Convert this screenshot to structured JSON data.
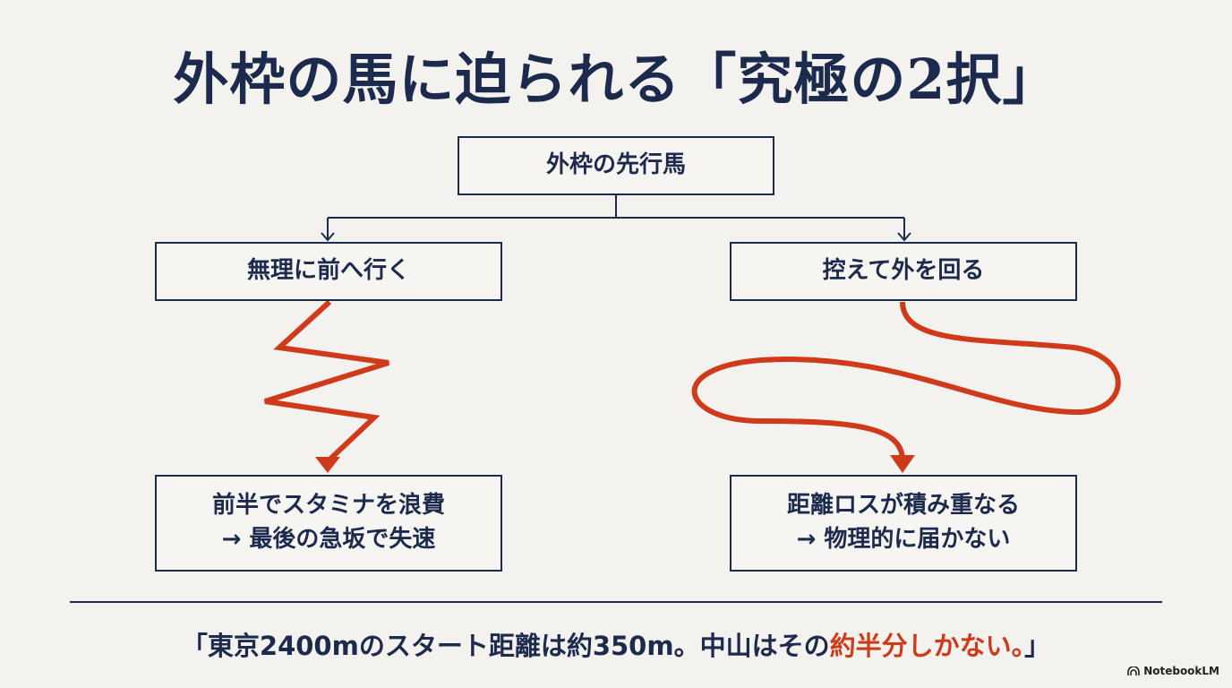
{
  "title": "外枠の馬に迫られる「究極の2択」",
  "root": "外枠の先行馬",
  "left": {
    "choice": "無理に前へ行く",
    "result_line1": "前半でスタミナを浪費",
    "result_line2": "→ 最後の急坂で失速"
  },
  "right": {
    "choice": "控えて外を回る",
    "result_line1": "距離ロスが積み重なる",
    "result_line2": "→ 物理的に届かない"
  },
  "quote": {
    "prefix": "「東京2400mのスタート距離は約350m。中山はその",
    "highlight": "約半分しかない。",
    "suffix": "」"
  },
  "logo": "NotebookLM",
  "colors": {
    "navy": "#1c2a4e",
    "accent": "#cf3a1a",
    "background": "#f4f2ee"
  }
}
